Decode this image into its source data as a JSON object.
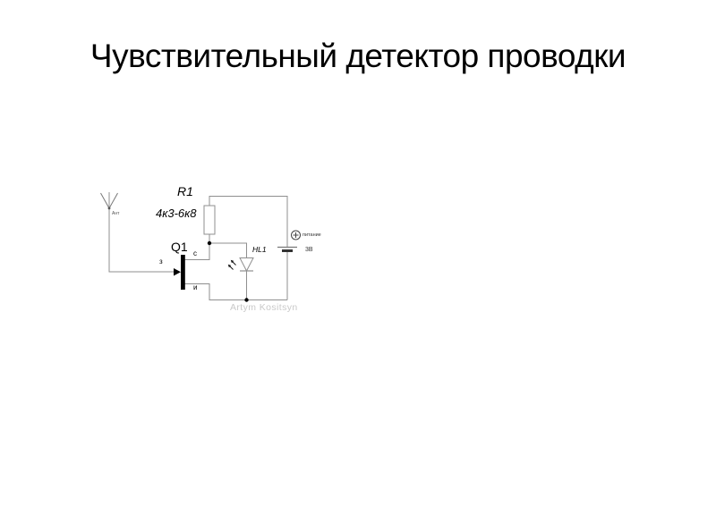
{
  "title": "Чувствительный детектор проводки",
  "circuit": {
    "antenna": {
      "label": "Ант"
    },
    "resistor": {
      "designator": "R1",
      "value": "4к3-6к8"
    },
    "transistor": {
      "designator": "Q1",
      "gate_label": "з",
      "drain_label": "с",
      "source_label": "и"
    },
    "led": {
      "designator": "HL1"
    },
    "battery": {
      "label": "питание",
      "voltage": "3В"
    },
    "watermark": "Artym Kositsyn"
  },
  "colors": {
    "wire": "#8f8f8f",
    "ink": "#000000",
    "watermark": "#c9c9c9"
  }
}
